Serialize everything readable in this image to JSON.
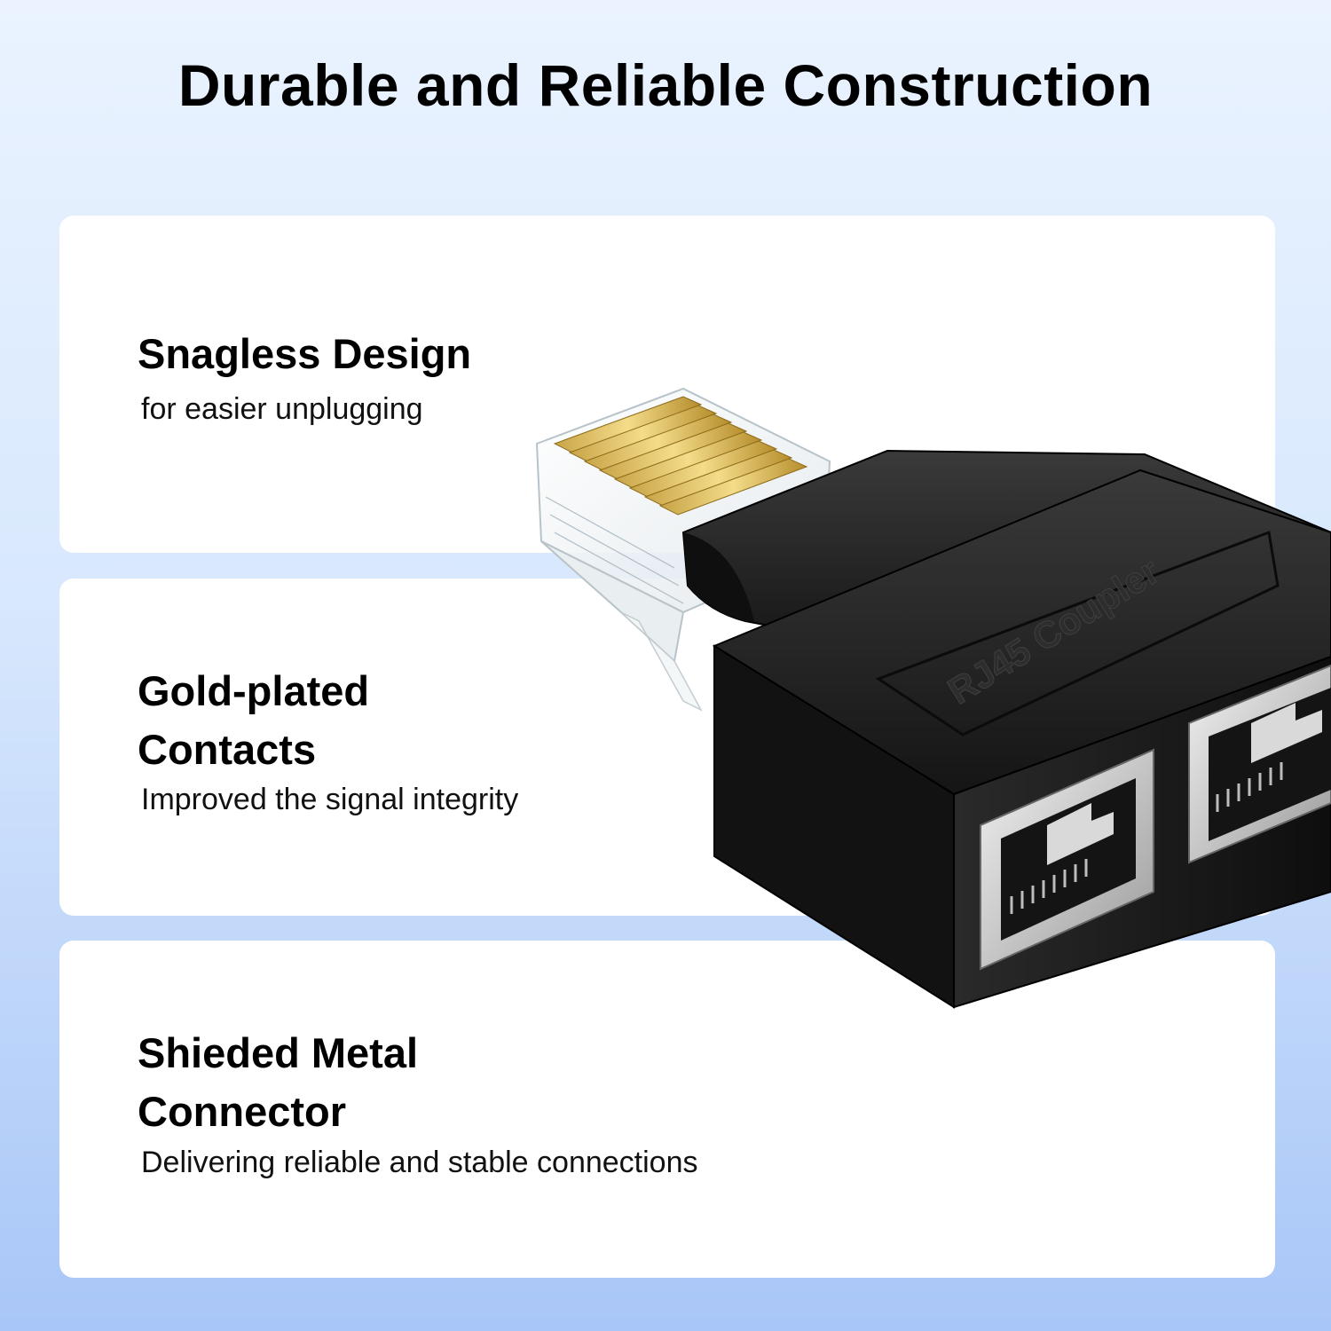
{
  "header": {
    "title": "Durable and Reliable Construction"
  },
  "features": [
    {
      "title": "Snagless Design",
      "subtitle": "for easier unplugging"
    },
    {
      "title_lines": [
        "Gold-plated",
        "Contacts"
      ],
      "subtitle": "Improved the signal integrity"
    },
    {
      "title_lines": [
        "Shieded Metal",
        "Connector"
      ],
      "subtitle": "Delivering reliable and stable connections"
    }
  ],
  "product": {
    "icon": "rj45-splitter-adapter-image",
    "embossed_label": "RJ45 Coupler"
  },
  "colors": {
    "background_top": "#eaf3ff",
    "background_bottom": "#a8c6f7",
    "card": "#ffffff",
    "text": "#000000",
    "connector_body": "#1a1a1a"
  }
}
